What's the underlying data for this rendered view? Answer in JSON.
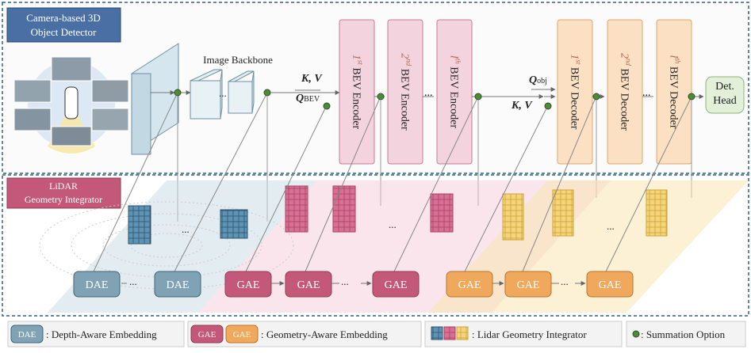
{
  "top_section": {
    "title_line1": "Camera-based 3D",
    "title_line2": "Object Detector",
    "image_backbone_label": "Image Backbone",
    "dots": "...",
    "kv_label_encoder": "K, V",
    "q_bev_label": "Q",
    "q_bev_sub": "BEV",
    "q_obj_label": "Q",
    "q_obj_sub": "obj",
    "kv_label_decoder": "K, V",
    "encoders": [
      {
        "ordinal": "1",
        "suffix": "st",
        "label": "BEV Encoder"
      },
      {
        "ordinal": "2",
        "suffix": "nd",
        "label": "BEV Encoder"
      },
      {
        "ordinal": "l",
        "suffix": "th",
        "label": "BEV Encoder"
      }
    ],
    "decoders": [
      {
        "ordinal": "1",
        "suffix": "st",
        "label": "BEV Decoder"
      },
      {
        "ordinal": "2",
        "suffix": "nd",
        "label": "BEV Decoder"
      },
      {
        "ordinal": "l",
        "suffix": "th",
        "label": "BEV Decoder"
      }
    ],
    "det_head_line1": "Det.",
    "det_head_line2": "Head"
  },
  "bottom_section": {
    "title_line1": "LiDAR",
    "title_line2": "Geometry Integrator",
    "dae_label": "DAE",
    "gae_label": "GAE",
    "dots": "..."
  },
  "legend": {
    "dae_box": "DAE",
    "dae_text": ": Depth-Aware Embedding",
    "gae_box": "GAE",
    "gae_text": ": Geometry-Aware Embedding",
    "lgi_text": ": Lidar Geometry Integrator",
    "sum_text": ": Summation Option"
  },
  "colors": {
    "title_box": "#4a6fa5",
    "lidar_title_box": "#c4587a",
    "encoder_fill": "#f3d3de",
    "encoder_stroke": "#c97a96",
    "decoder_fill": "#fbe0c4",
    "decoder_stroke": "#e0a56b",
    "det_head_fill": "#e2f0d9",
    "dae_fill": "#7fa3b5",
    "gae_pink": "#c4587a",
    "gae_orange": "#f0a85c",
    "sum_node": "#4f8a3a",
    "dashed_border": "#2f5e8a"
  }
}
